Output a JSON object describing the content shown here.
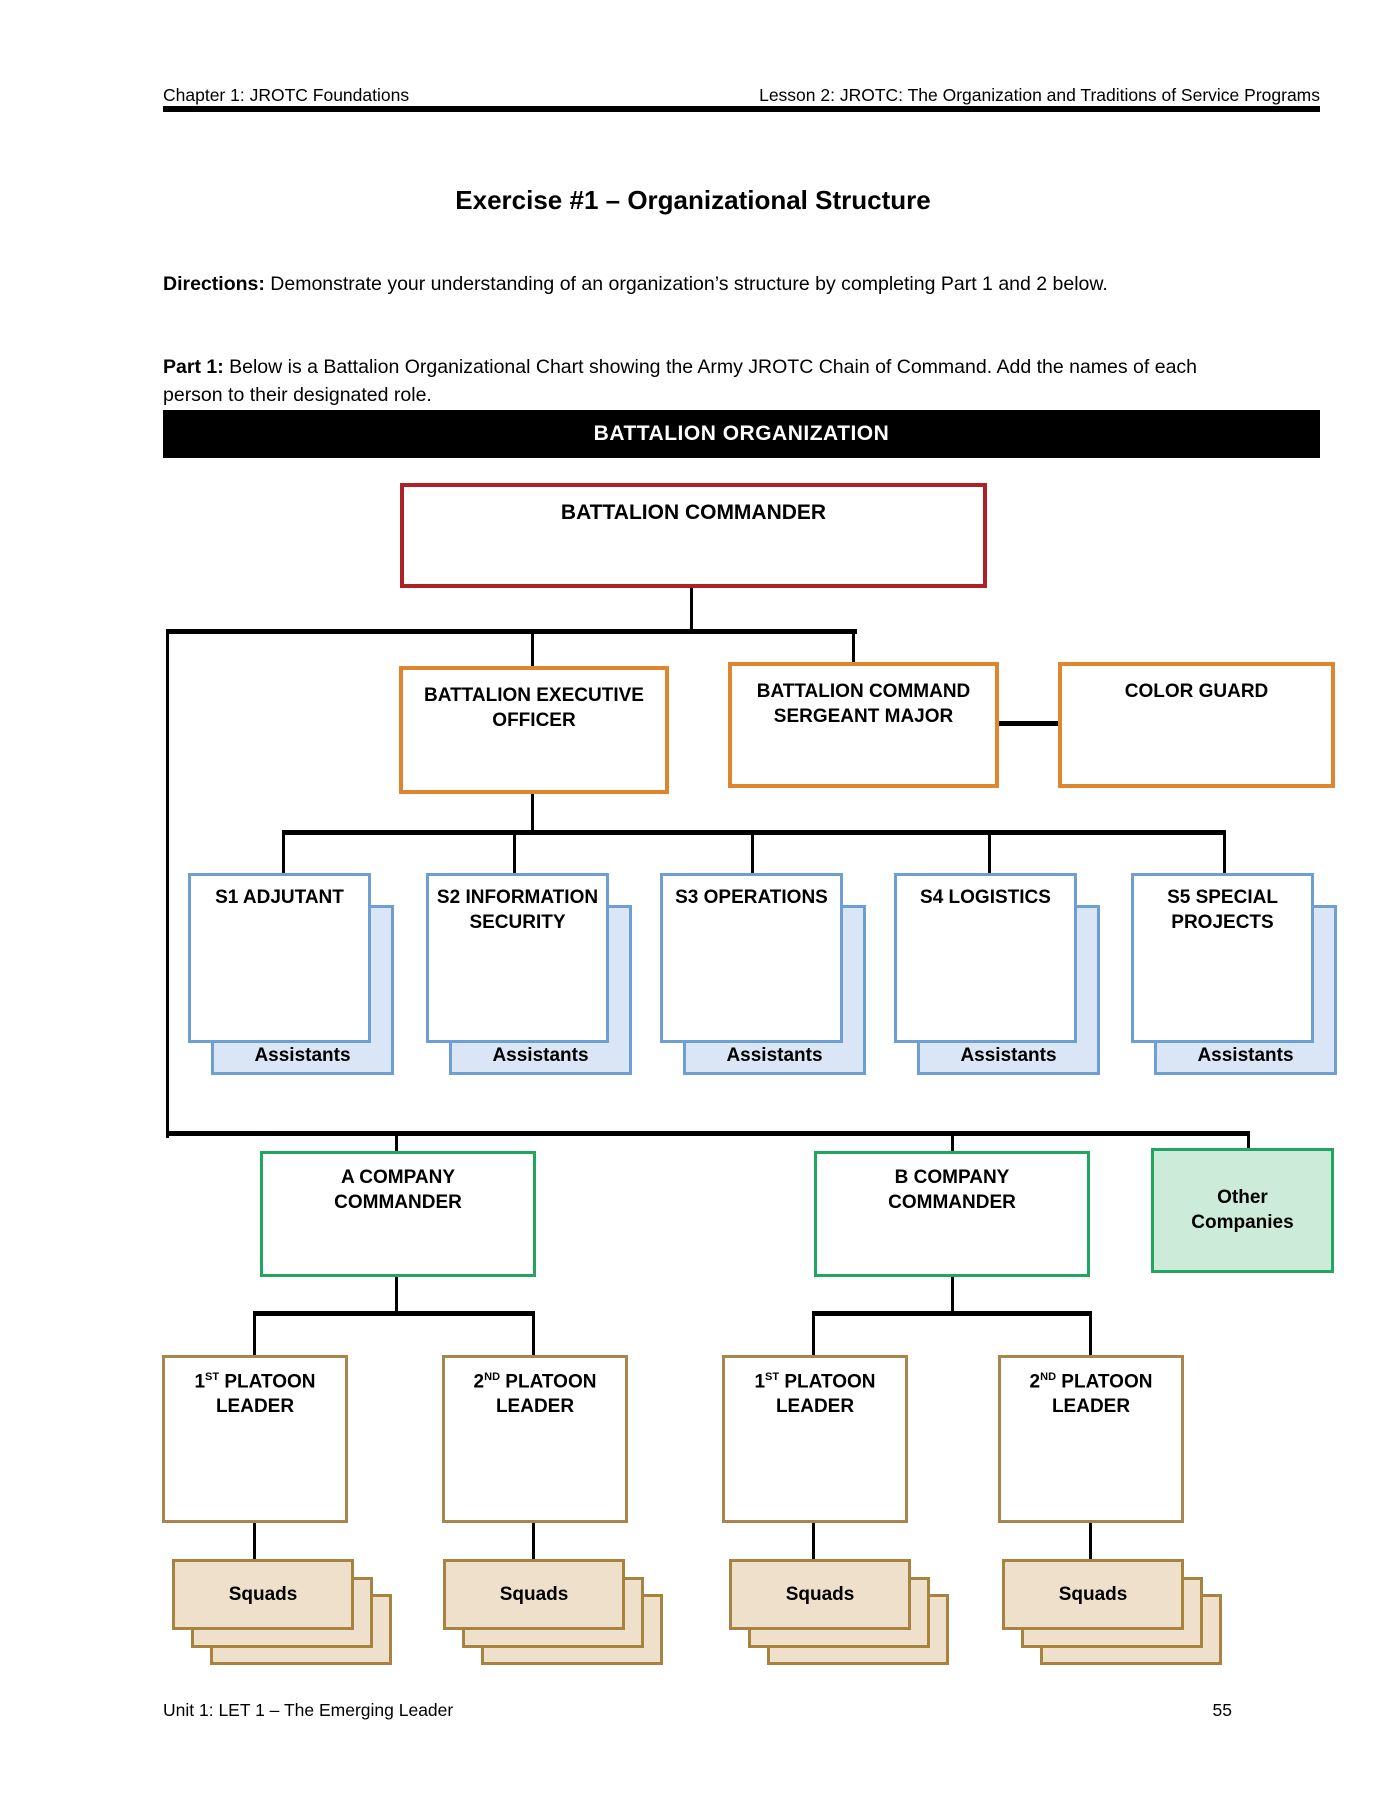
{
  "header": {
    "left": "Chapter 1: JROTC Foundations",
    "right": "Lesson 2: JROTC: The Organization and Traditions of Service Programs"
  },
  "intro": {
    "title": "Exercise #1 – Organizational Structure",
    "directions_label": "Directions:",
    "directions_text": " Demonstrate your understanding of an organization’s structure by completing Part 1 and 2 below.",
    "part1_label": "Part 1:",
    "part1_text": " Below is a Battalion Organizational Chart showing the Army JROTC Chain of Command. Add the names of each person to their designated role."
  },
  "chart": {
    "banner": "BATTALION ORGANIZATION",
    "commander": "BATTALION COMMANDER",
    "executive_officer": "BATTALION EXECUTIVE\nOFFICER",
    "command_sergeant_major": "BATTALION COMMAND\nSERGEANT MAJOR",
    "color_guard": "COLOR GUARD",
    "staff": [
      {
        "label": "S1 ADJUTANT",
        "assistants": "Assistants"
      },
      {
        "label": "S2 INFORMATION\nSECURITY",
        "assistants": "Assistants"
      },
      {
        "label": "S3 OPERATIONS",
        "assistants": "Assistants"
      },
      {
        "label": "S4 LOGISTICS",
        "assistants": "Assistants"
      },
      {
        "label": "S5 SPECIAL\nPROJECTS",
        "assistants": "Assistants"
      }
    ],
    "company_a": "A COMPANY\nCOMMANDER",
    "company_b": "B COMPANY\nCOMMANDER",
    "other_companies": "Other\nCompanies",
    "platoons": [
      {
        "ordinal": "1",
        "suffix": "ST",
        "title": " PLATOON\nLEADER"
      },
      {
        "ordinal": "2",
        "suffix": "ND",
        "title": " PLATOON\nLEADER"
      },
      {
        "ordinal": "1",
        "suffix": "ST",
        "title": " PLATOON\nLEADER"
      },
      {
        "ordinal": "2",
        "suffix": "ND",
        "title": " PLATOON\nLEADER"
      }
    ],
    "squads": {
      "label": "Squads"
    },
    "colors": {
      "banner_bg": "#000000",
      "commander_red": "#AE2125",
      "officer_orange": "#DE8530",
      "staff_blue_border": "#6E9FD4",
      "staff_blue_fill": "#DAE6F5",
      "company_green": "#22A55E",
      "other_green_fill": "#CDEBD9",
      "platoon_brown": "#A8854C",
      "squad_brown_border": "#A8823F",
      "squad_tan_fill": "#EEE0CA",
      "connector_black": "#000000"
    }
  },
  "footer": {
    "left": "Unit 1: LET 1 – The Emerging Leader",
    "page_number": "55"
  }
}
